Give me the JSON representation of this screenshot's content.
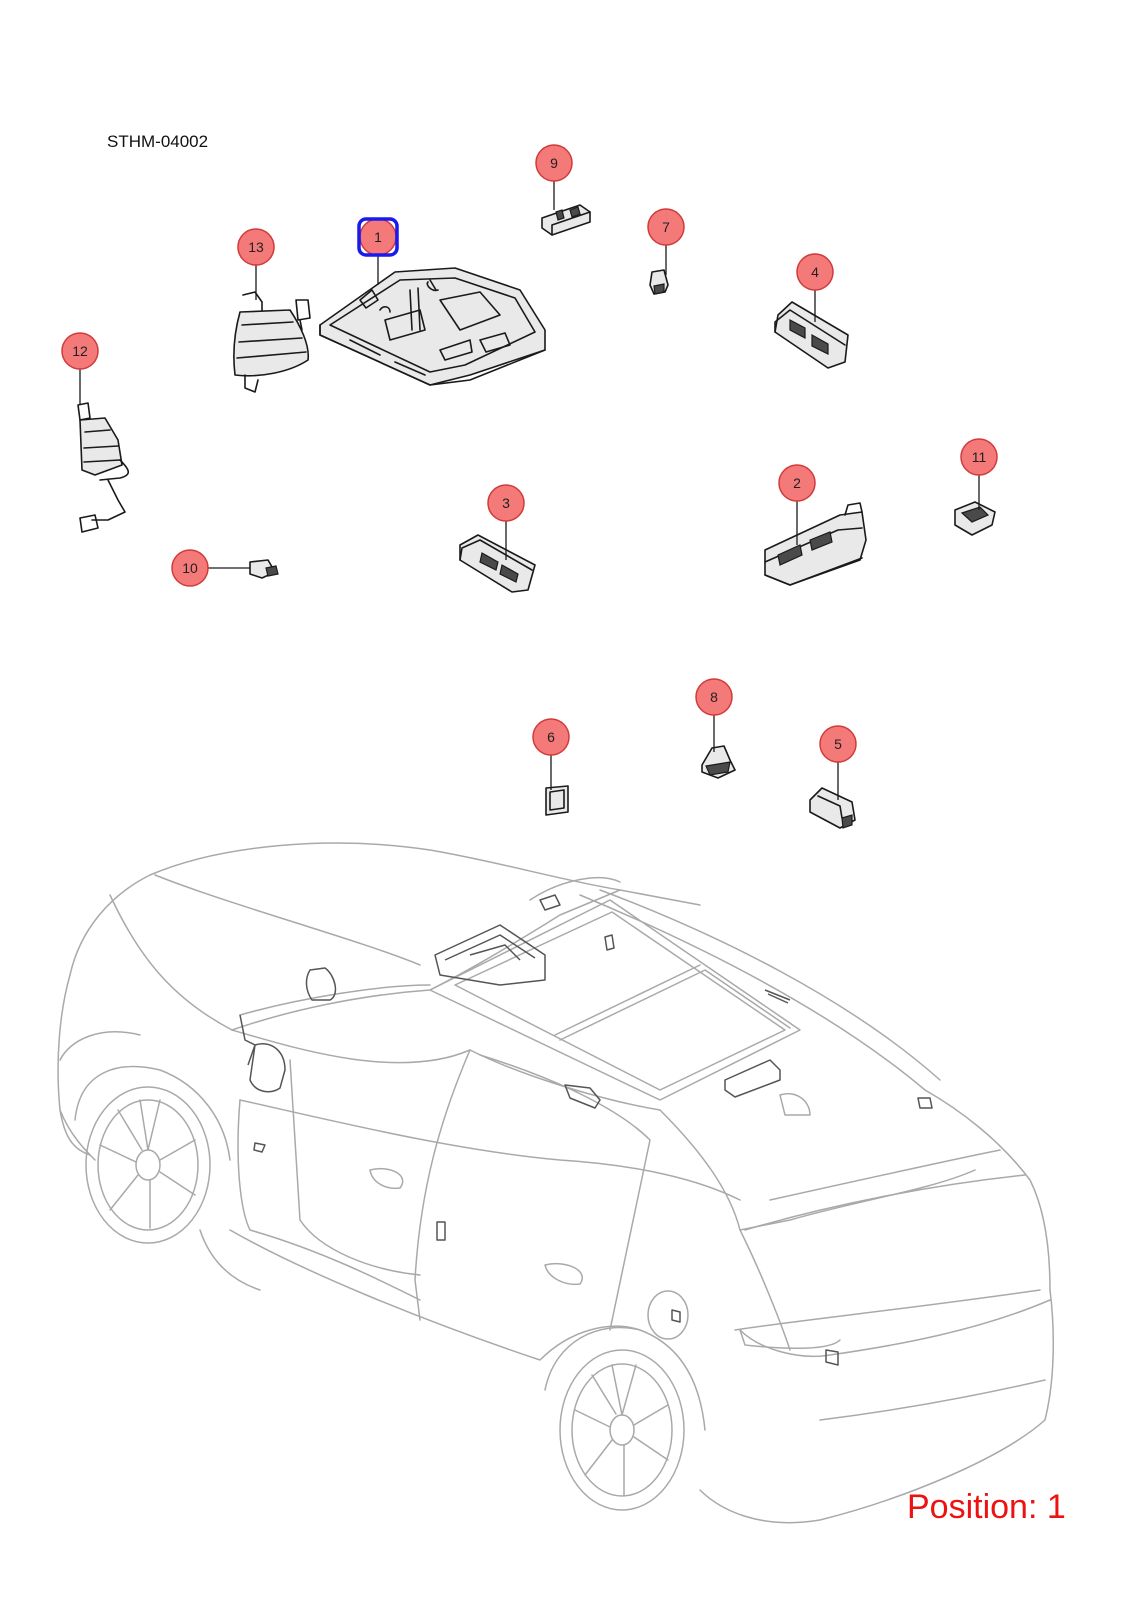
{
  "document": {
    "code": "STHM-04002",
    "position_text": "Position: 1"
  },
  "callouts": [
    {
      "id": "1",
      "label": "1",
      "selected": true
    },
    {
      "id": "2",
      "label": "2"
    },
    {
      "id": "3",
      "label": "3"
    },
    {
      "id": "4",
      "label": "4"
    },
    {
      "id": "5",
      "label": "5"
    },
    {
      "id": "6",
      "label": "6"
    },
    {
      "id": "7",
      "label": "7"
    },
    {
      "id": "8",
      "label": "8"
    },
    {
      "id": "9",
      "label": "9"
    },
    {
      "id": "10",
      "label": "10"
    },
    {
      "id": "11",
      "label": "11"
    },
    {
      "id": "12",
      "label": "12"
    },
    {
      "id": "13",
      "label": "13"
    }
  ],
  "colors": {
    "callout_fill": "#f47a7a",
    "callout_stroke": "#d23a3a",
    "selected_outline": "#1a1aee",
    "position_text": "#ee1111",
    "car_outline": "#a9a9a9"
  }
}
